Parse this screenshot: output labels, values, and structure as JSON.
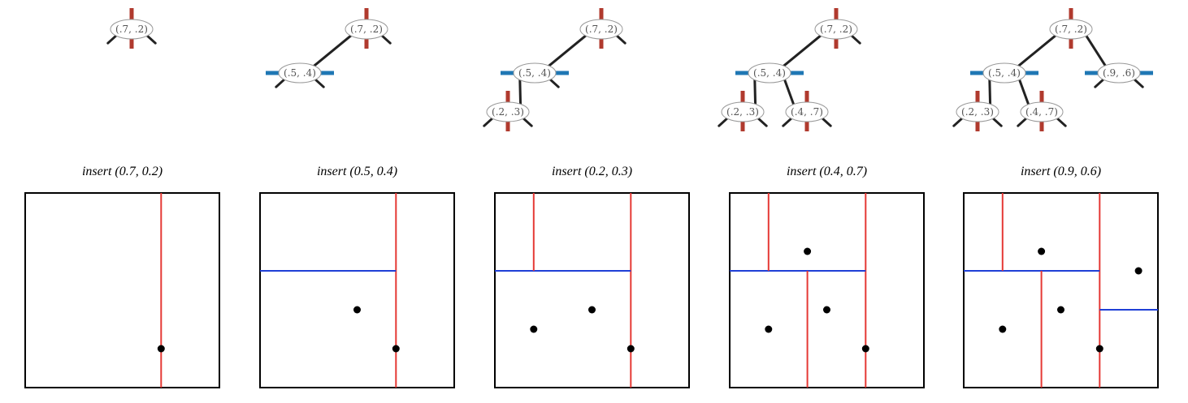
{
  "colors": {
    "vertical_split": "#e53935",
    "horizontal_split": "#1f3fd6",
    "tree_vertical_mark": "#b03a2e",
    "tree_horizontal_mark": "#1f77b4",
    "tree_edge": "#222222",
    "node_border": "#999999",
    "point": "#000000",
    "box_border": "#000000"
  },
  "panels": [
    {
      "caption": "insert (0.7, 0.2)",
      "points": [
        [
          0.7,
          0.2
        ]
      ],
      "tree": [
        {
          "label": "(.7, .2)",
          "orient": "v",
          "children": [
            null,
            null
          ]
        }
      ]
    },
    {
      "caption": "insert (0.5, 0.4)",
      "points": [
        [
          0.7,
          0.2
        ],
        [
          0.5,
          0.4
        ]
      ],
      "tree": [
        {
          "label": "(.7, .2)",
          "orient": "v",
          "children": [
            1,
            null
          ]
        },
        {
          "label": "(.5, .4)",
          "orient": "h",
          "children": [
            null,
            null
          ]
        }
      ]
    },
    {
      "caption": "insert (0.2, 0.3)",
      "points": [
        [
          0.7,
          0.2
        ],
        [
          0.5,
          0.4
        ],
        [
          0.2,
          0.3
        ]
      ],
      "tree": [
        {
          "label": "(.7, .2)",
          "orient": "v",
          "children": [
            1,
            null
          ]
        },
        {
          "label": "(.5, .4)",
          "orient": "h",
          "children": [
            2,
            null
          ]
        },
        {
          "label": "(.2, .3)",
          "orient": "v",
          "children": [
            null,
            null
          ]
        }
      ]
    },
    {
      "caption": "insert (0.4, 0.7)",
      "points": [
        [
          0.7,
          0.2
        ],
        [
          0.5,
          0.4
        ],
        [
          0.2,
          0.3
        ],
        [
          0.4,
          0.7
        ]
      ],
      "tree": [
        {
          "label": "(.7, .2)",
          "orient": "v",
          "children": [
            1,
            null
          ]
        },
        {
          "label": "(.5, .4)",
          "orient": "h",
          "children": [
            2,
            3
          ]
        },
        {
          "label": "(.2, .3)",
          "orient": "v",
          "children": [
            null,
            null
          ]
        },
        {
          "label": "(.4, .7)",
          "orient": "v",
          "children": [
            null,
            null
          ]
        }
      ]
    },
    {
      "caption": "insert (0.9, 0.6)",
      "points": [
        [
          0.7,
          0.2
        ],
        [
          0.5,
          0.4
        ],
        [
          0.2,
          0.3
        ],
        [
          0.4,
          0.7
        ],
        [
          0.9,
          0.6
        ]
      ],
      "tree": [
        {
          "label": "(.7, .2)",
          "orient": "v",
          "children": [
            1,
            4
          ]
        },
        {
          "label": "(.5, .4)",
          "orient": "h",
          "children": [
            2,
            3
          ]
        },
        {
          "label": "(.2, .3)",
          "orient": "v",
          "children": [
            null,
            null
          ]
        },
        {
          "label": "(.4, .7)",
          "orient": "v",
          "children": [
            null,
            null
          ]
        },
        {
          "label": "(.9, .6)",
          "orient": "h",
          "children": [
            null,
            null
          ]
        }
      ]
    }
  ]
}
